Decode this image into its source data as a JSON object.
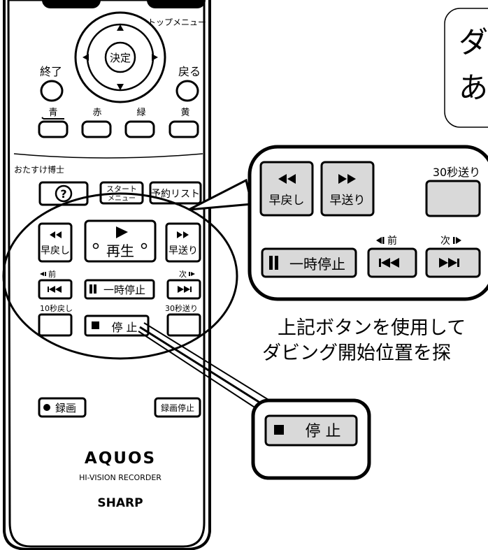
{
  "remote": {
    "top_menu": "トップメニュー",
    "enter": "決定",
    "end": "終了",
    "back": "戻る",
    "colors": [
      "青",
      "赤",
      "緑",
      "黄"
    ],
    "help_label": "おたすけ博士",
    "help_symbol": "?",
    "start_menu": [
      "スタート",
      "メニュー"
    ],
    "reserve_list": "予約リスト",
    "rewind": "早戻し",
    "play": "再生",
    "fast_forward": "早送り",
    "prev": "前",
    "next": "次",
    "pause": "一時停止",
    "back_10": "10秒戻し",
    "skip_30": "30秒送り",
    "stop": "停 止",
    "record": "録画",
    "record_stop": "録画停止",
    "brand": "AQUOS",
    "model": "HI-VISION RECORDER",
    "maker": "SHARP"
  },
  "zoom_panel": {
    "skip_30": "30秒送り",
    "rewind": "早戻し",
    "fast_forward": "早送り",
    "prev": "前",
    "next": "次",
    "pause": "一時停止"
  },
  "stop_callout": {
    "stop": "停 止"
  },
  "title_box": {
    "line1": "ダ",
    "line2": "あ"
  },
  "caption": {
    "line1": "上記ボタンを使用して",
    "line2": "ダビング開始位置を探"
  },
  "colors": {
    "ink": "#000000",
    "button_face": "#d9d9d9",
    "body": "#ffffff"
  }
}
